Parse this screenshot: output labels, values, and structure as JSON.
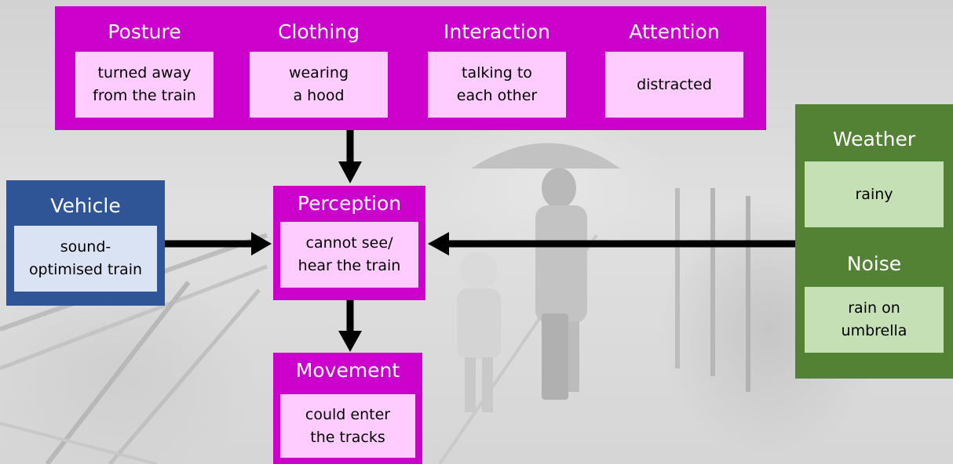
{
  "header": {
    "columns": [
      {
        "title": "Posture",
        "text": "turned away\nfrom the train"
      },
      {
        "title": "Clothing",
        "text": "wearing\na hood"
      },
      {
        "title": "Interaction",
        "text": "talking to\neach other"
      },
      {
        "title": "Attention",
        "text": "distracted"
      }
    ]
  },
  "vehicle": {
    "title": "Vehicle",
    "text": "sound-\noptimised train"
  },
  "perception": {
    "title": "Perception",
    "text": "cannot see/\nhear the train"
  },
  "movement": {
    "title": "Movement",
    "text": "could enter\nthe tracks"
  },
  "environment": {
    "weather": {
      "title": "Weather",
      "text": "rainy"
    },
    "noise": {
      "title": "Noise",
      "text": "rain on\numbrella"
    }
  },
  "colors": {
    "person_factors": "#cc00cc",
    "person_factors_light": "#ffccff",
    "vehicle": "#2f5597",
    "vehicle_light": "#dae3f3",
    "environment": "#548235",
    "environment_light": "#c5e0b4",
    "arrow": "#000000"
  }
}
